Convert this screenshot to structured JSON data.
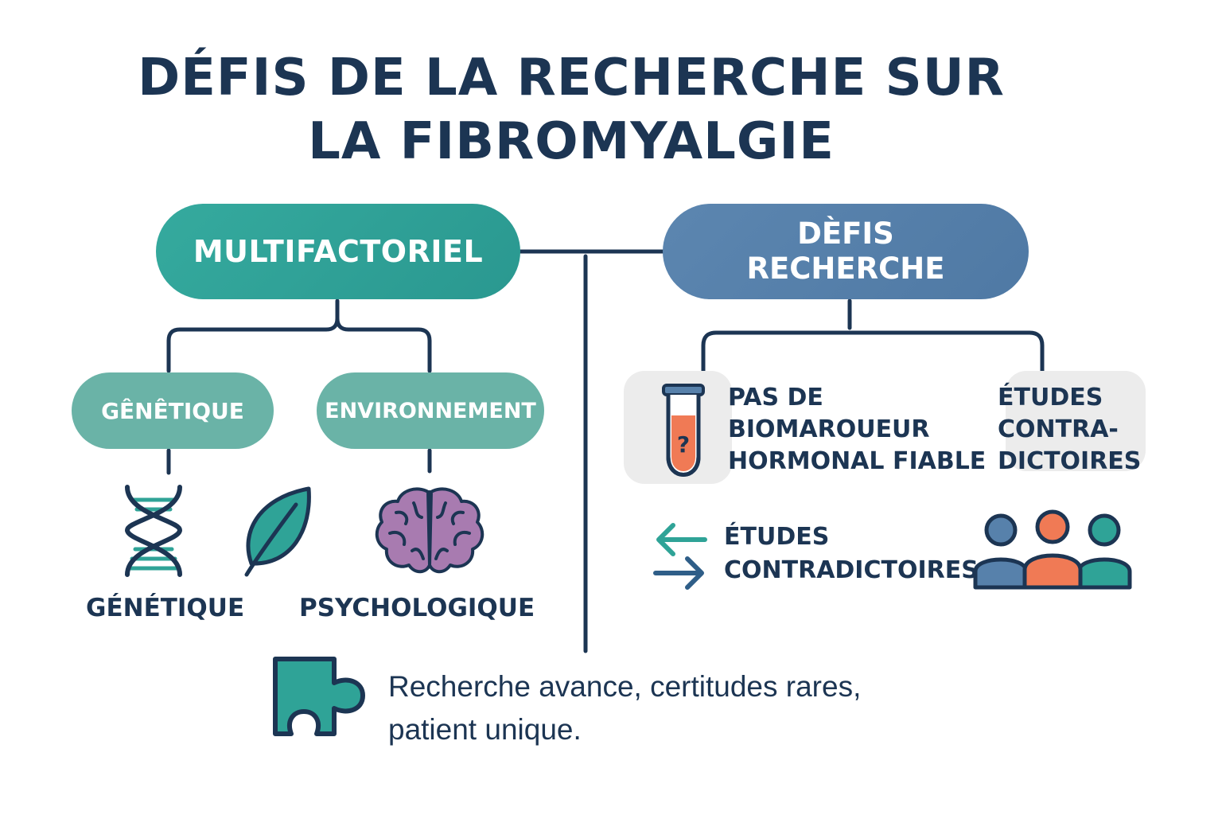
{
  "title": {
    "line1": "DÉFIS DE LA RECHERCHE SUR",
    "line2": "LA FIBROMYALGIE"
  },
  "left_branch": {
    "main_label": "MULTIFACTORIEL",
    "sub_pills": [
      "GÊNÊTIQUE",
      "ENVIRONNEMENT"
    ],
    "icon_labels": [
      "GÉNÉTIQUE",
      "PSYCHOLOGIQUE"
    ],
    "icons": [
      "dna-icon",
      "leaf-icon",
      "brain-icon"
    ]
  },
  "right_branch": {
    "main_label": [
      "DÈFIS",
      "RECHERCHE"
    ],
    "biomarker": [
      "PAS DE",
      "BIOMAROUEUR",
      "HORMONAL FIABLE"
    ],
    "etudes_card": [
      "ÉTUDES",
      "CONTRA-",
      "DICTOIRES"
    ],
    "etudes_row": [
      "ÉTUDES",
      "CONTRADICTOIRES"
    ],
    "icons": [
      "test-tube-icon",
      "swap-arrows-icon",
      "people-group-icon"
    ]
  },
  "footer": {
    "line1": "Recherche avance, certitudes rares,",
    "line2": "patient unique.",
    "icon": "puzzle-piece-icon"
  },
  "colors": {
    "navy": "#1c3553",
    "teal": "#2fa397",
    "teal_light": "#6ab3a7",
    "blue": "#5781ab",
    "orange": "#f07a55",
    "brain_purple": "#a87bb0",
    "card_gray": "#ececec"
  }
}
